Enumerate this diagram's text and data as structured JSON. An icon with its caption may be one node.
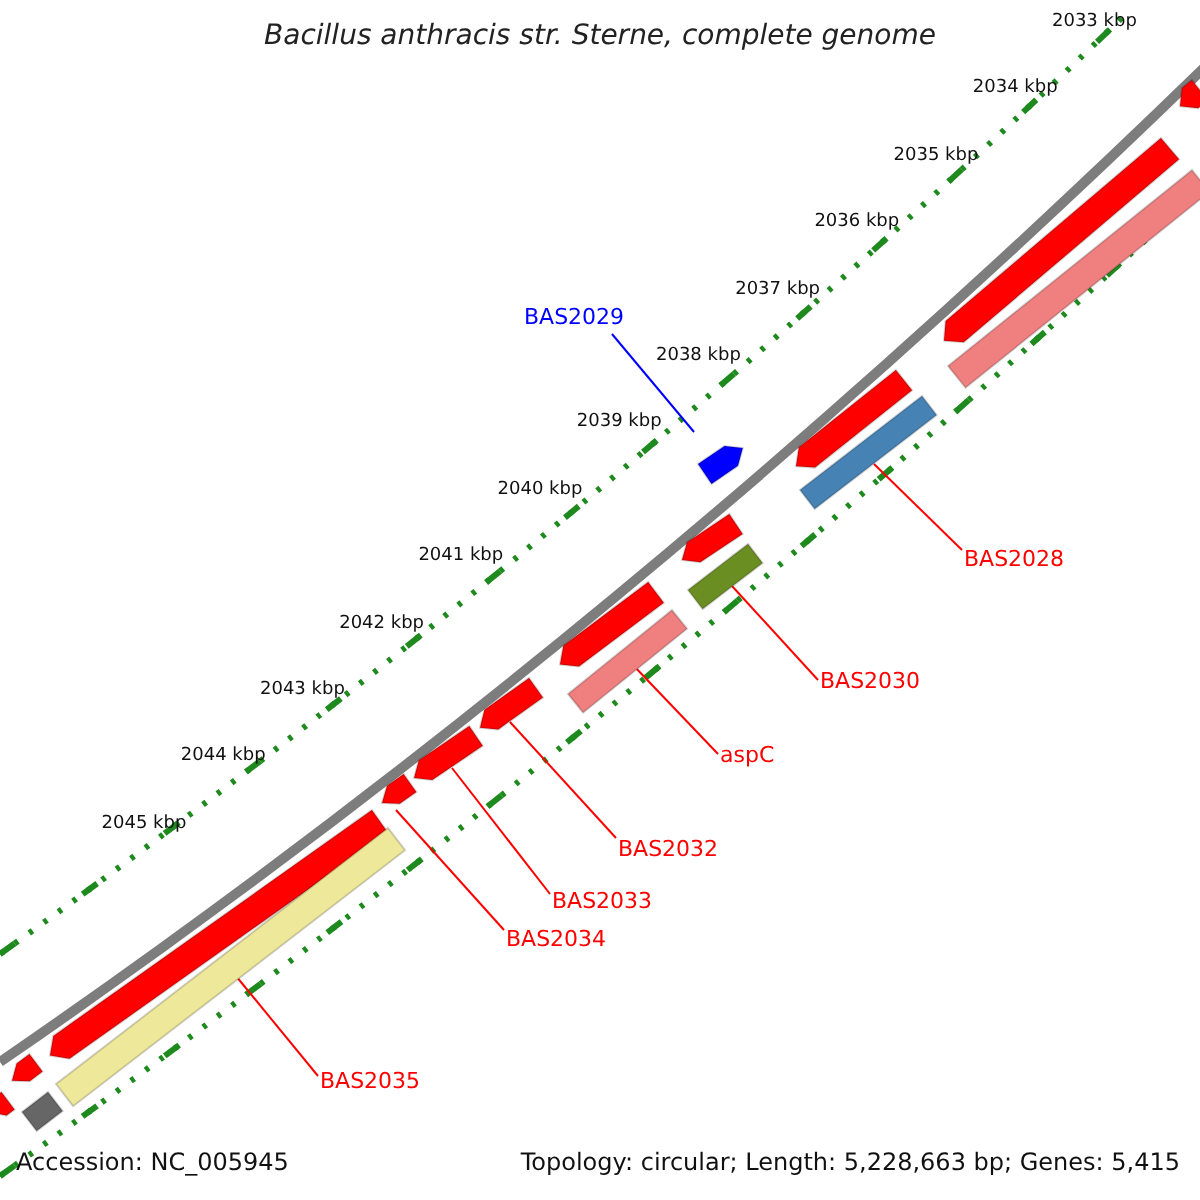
{
  "diagram": {
    "title": "Bacillus anthracis str. Sterne, complete genome",
    "nodes": [
      {
        "text": [
          "BAS2029"
        ]
      },
      {
        "text": [
          "BAS2028"
        ]
      },
      {
        "text": [
          "BAS2030"
        ]
      },
      {
        "text": [
          "aspC"
        ]
      },
      {
        "text": [
          "BAS2032"
        ]
      },
      {
        "text": [
          "BAS2033"
        ]
      },
      {
        "text": [
          "BAS2034"
        ]
      },
      {
        "text": [
          "BAS2035"
        ]
      },
      {
        "text": [],
        "shape": "pentagon"
      },
      {
        "text": [],
        "shape": "pentagon"
      },
      {
        "text": [],
        "shape": "bar"
      },
      {
        "text": [],
        "shape": "pentagon"
      },
      {
        "text": [],
        "shape": "bar"
      },
      {
        "text": [],
        "shape": "pentagon"
      },
      {
        "text": [],
        "shape": "pentagon"
      },
      {
        "text": [],
        "shape": "bar"
      },
      {
        "text": [],
        "shape": "pentagon"
      },
      {
        "text": [],
        "shape": "bar"
      },
      {
        "text": [],
        "shape": "pentagon"
      },
      {
        "text": [],
        "shape": "pentagon"
      },
      {
        "text": [],
        "shape": "pentagon"
      },
      {
        "text": [],
        "shape": "pentagon"
      },
      {
        "text": [],
        "shape": "bar"
      },
      {
        "text": [],
        "shape": "pentagon"
      },
      {
        "text": [],
        "shape": "pentagon"
      },
      {
        "text": [],
        "shape": "bar"
      }
    ],
    "edges": [
      {
        "from": 0,
        "to": 13,
        "arrow": "none",
        "color": "#0000ff"
      },
      {
        "from": 1,
        "to": 12,
        "arrow": "none"
      },
      {
        "from": 2,
        "to": 15,
        "arrow": "none"
      },
      {
        "from": 3,
        "to": 17,
        "arrow": "none"
      },
      {
        "from": 4,
        "to": 18,
        "arrow": "none"
      },
      {
        "from": 5,
        "to": 19,
        "arrow": "none"
      },
      {
        "from": 6,
        "to": 20,
        "arrow": "none"
      },
      {
        "from": 7,
        "to": 22,
        "arrow": "none"
      }
    ],
    "labels": [
      "2033 kbp",
      "2034 kbp",
      "2035 kbp",
      "2036 kbp",
      "2037 kbp",
      "2038 kbp",
      "2039 kbp",
      "2040 kbp",
      "2041 kbp",
      "2042 kbp",
      "2043 kbp",
      "2044 kbp",
      "2045 kbp",
      "Accession: NC_005945",
      "Topology: circular; Length: 5,228,663 bp; Genes: 5,415"
    ]
  }
}
